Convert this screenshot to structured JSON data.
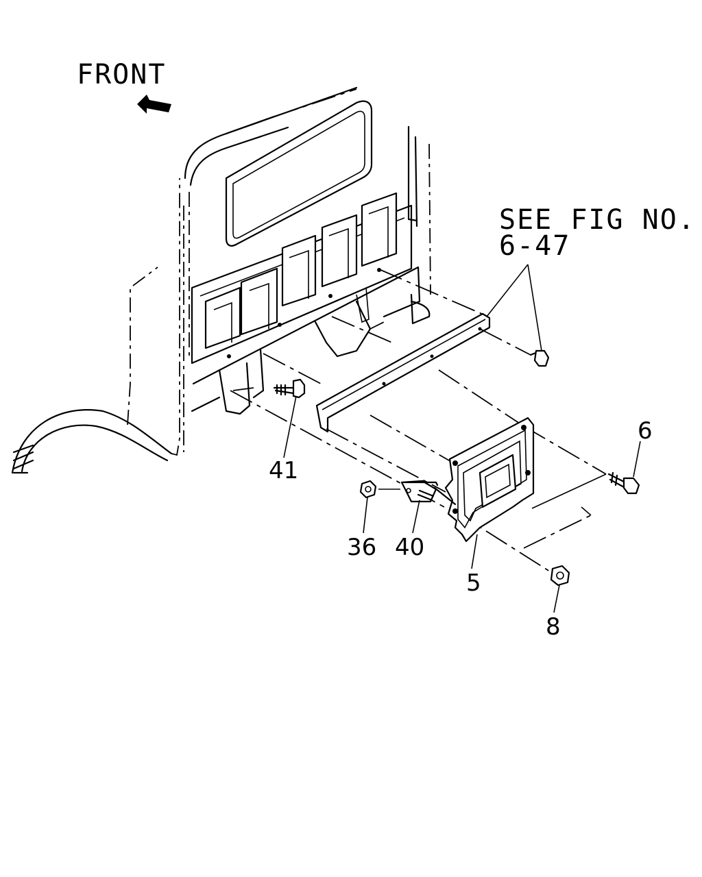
{
  "diagram": {
    "front_label": "FRONT",
    "see_fig_line1": "SEE FIG NO.",
    "see_fig_line2": "6-47",
    "callouts": {
      "c41": "41",
      "c6": "6",
      "c36": "36",
      "c40": "40",
      "c5": "5",
      "c8": "8"
    }
  }
}
